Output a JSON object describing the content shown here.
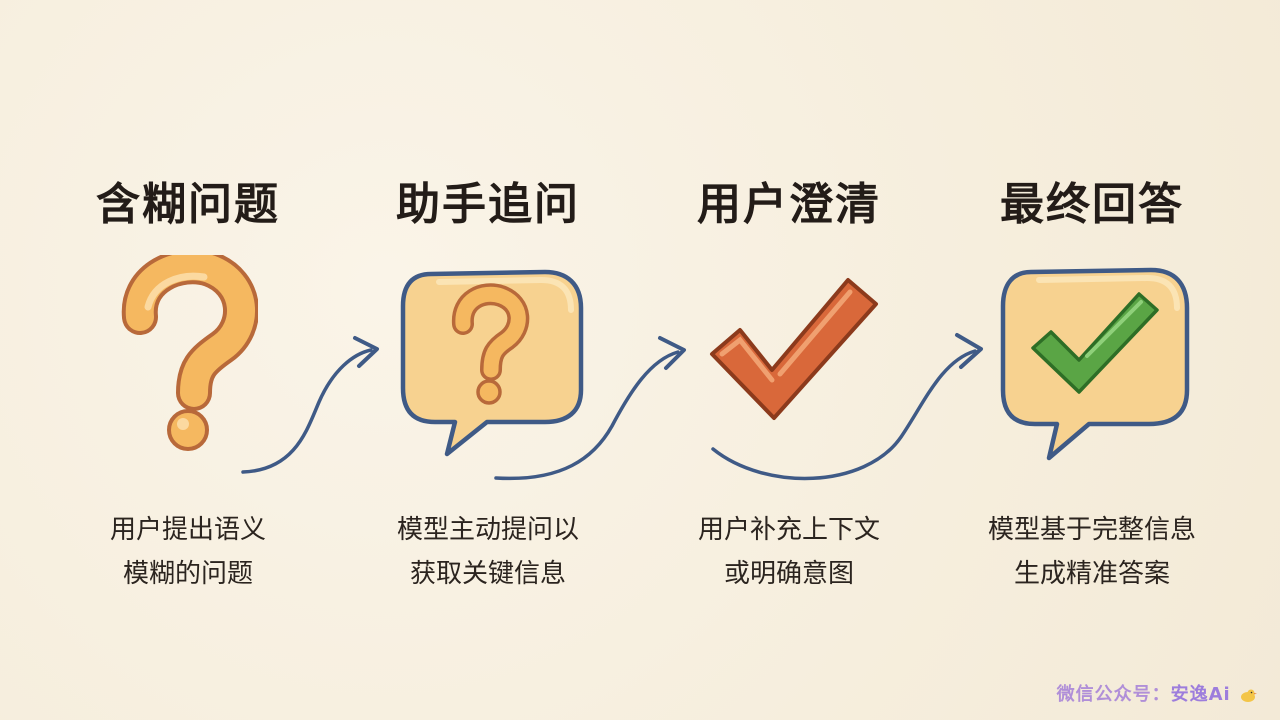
{
  "steps": [
    {
      "title": "含糊问题",
      "caption_line1": "用户提出语义",
      "caption_line2": "模糊的问题",
      "icon": "question-mark-icon"
    },
    {
      "title": "助手追问",
      "caption_line1": "模型主动提问以",
      "caption_line2": "获取关键信息",
      "icon": "question-bubble-icon"
    },
    {
      "title": "用户澄清",
      "caption_line1": "用户补充上下文",
      "caption_line2": "或明确意图",
      "icon": "checkmark-icon"
    },
    {
      "title": "最终回答",
      "caption_line1": "模型基于完整信息",
      "caption_line2": "生成精准答案",
      "icon": "check-bubble-icon"
    }
  ],
  "watermark": {
    "prefix": "微信公众号：",
    "brand": "安逸Ai"
  },
  "colors": {
    "background": "#f7f0e2",
    "question_fill": "#f5b860",
    "bubble_fill": "#f7d290",
    "bubble_outline": "#3f5a86",
    "check_orange": "#d9683a",
    "check_green": "#5aa545",
    "arrow": "#3f5a86"
  }
}
